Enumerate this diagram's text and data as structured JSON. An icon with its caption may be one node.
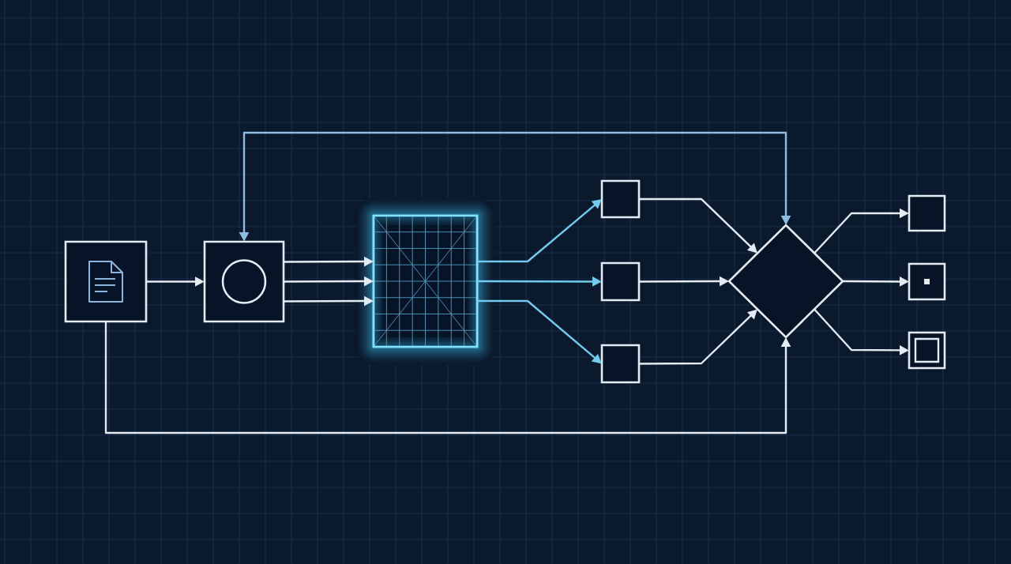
{
  "diagram": {
    "nodes": [
      {
        "text": [],
        "shape": "box"
      },
      {
        "text": [],
        "shape": "box"
      },
      {
        "text": [],
        "shape": "box"
      },
      {
        "text": [],
        "shape": "box"
      },
      {
        "text": [],
        "shape": "box"
      },
      {
        "text": [],
        "shape": "box"
      },
      {
        "text": [],
        "shape": "diamond"
      },
      {
        "text": [],
        "shape": "box"
      },
      {
        "text": [],
        "shape": "box"
      },
      {
        "text": [],
        "shape": "box"
      }
    ],
    "edges": [
      {
        "from": 0,
        "to": 1,
        "arrow": "to"
      },
      {
        "from": 1,
        "to": 2,
        "arrow": "to"
      },
      {
        "from": 1,
        "to": 2,
        "arrow": "to"
      },
      {
        "from": 1,
        "to": 2,
        "arrow": "to"
      },
      {
        "from": 2,
        "to": 3,
        "arrow": "to",
        "color": "#72cbee"
      },
      {
        "from": 2,
        "to": 4,
        "arrow": "to",
        "color": "#72cbee"
      },
      {
        "from": 2,
        "to": 5,
        "arrow": "to",
        "color": "#72cbee"
      },
      {
        "from": 3,
        "to": 6,
        "arrow": "to"
      },
      {
        "from": 4,
        "to": 6,
        "arrow": "to"
      },
      {
        "from": 5,
        "to": 6,
        "arrow": "to"
      },
      {
        "from": 6,
        "to": 7,
        "arrow": "to"
      },
      {
        "from": 6,
        "to": 8,
        "arrow": "to"
      },
      {
        "from": 6,
        "to": 9,
        "arrow": "to"
      },
      {
        "from": 1,
        "to": 6,
        "arrow": "both",
        "color": "#8cbbe3"
      },
      {
        "from": 0,
        "to": 6,
        "arrow": "to"
      }
    ]
  }
}
